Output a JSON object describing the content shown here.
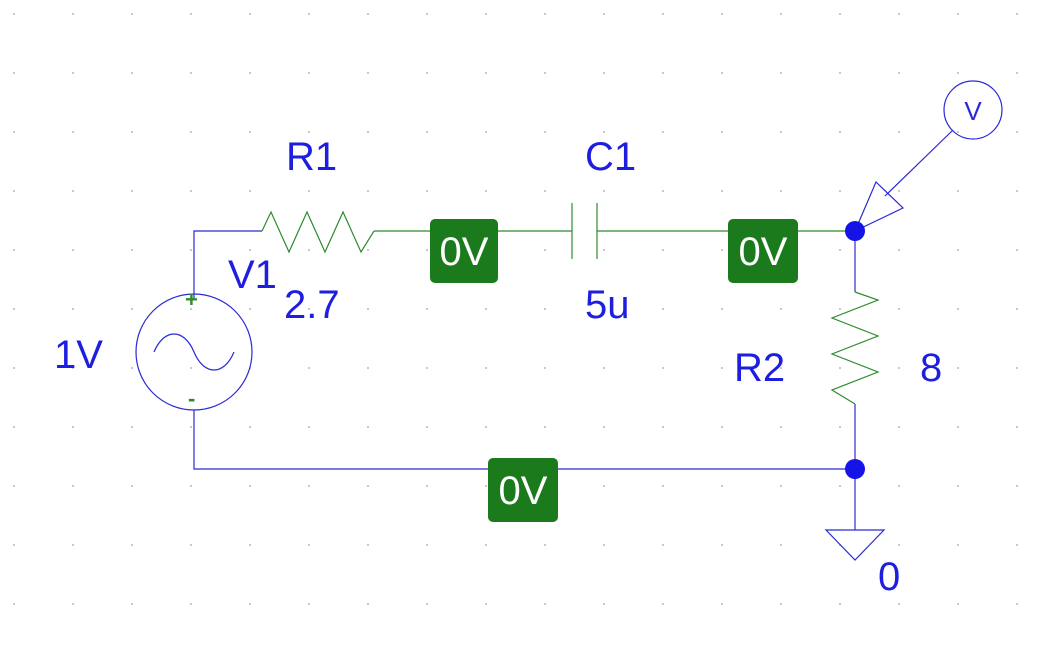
{
  "components": {
    "r1": {
      "ref": "R1",
      "value": "2.7"
    },
    "c1": {
      "ref": "C1",
      "value": "5u"
    },
    "r2": {
      "ref": "R2",
      "value": "8"
    },
    "v1": {
      "ref": "V1",
      "value": "1V",
      "plus": "+",
      "minus": "-"
    }
  },
  "voltage_labels": {
    "node_r1_c1": "0V",
    "node_c1_r2": "0V",
    "node_ground_wire": "0V"
  },
  "ground": {
    "label": "0"
  },
  "probe": {
    "label": "V"
  },
  "colors": {
    "wire": "#2a2ad6",
    "part": "#2e8b2e",
    "label": "#1e1ee0",
    "badge": "#1b7a1b",
    "node": "#1414e6"
  }
}
